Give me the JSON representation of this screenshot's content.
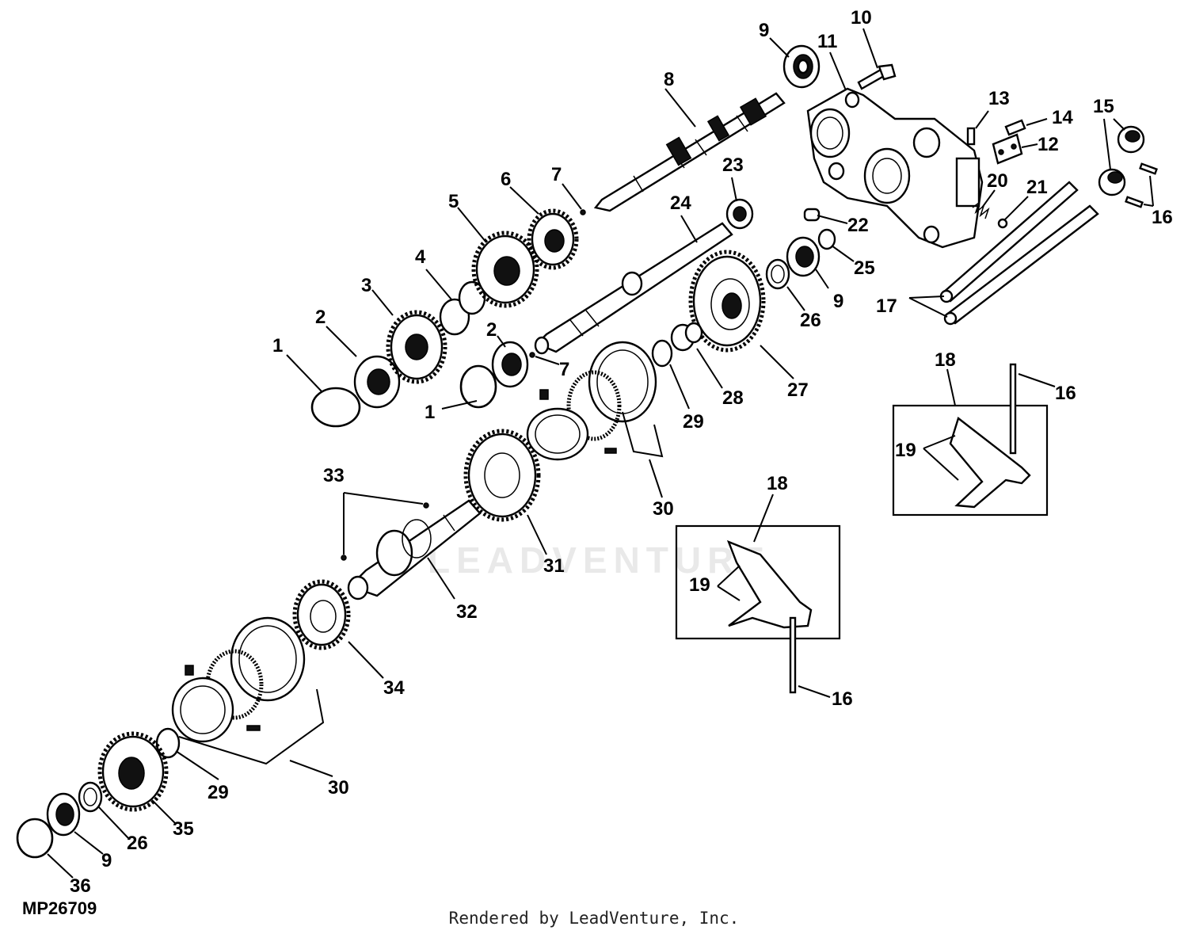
{
  "diagram_code": "MP26709",
  "footer_credit": "Rendered by LeadVenture, Inc.",
  "watermark_text": "LEADVENTURE",
  "callouts": [
    "1",
    "2",
    "3",
    "4",
    "5",
    "6",
    "7",
    "8",
    "9",
    "10",
    "11",
    "12",
    "13",
    "14",
    "15",
    "16",
    "17",
    "18",
    "19",
    "20",
    "21",
    "22",
    "23",
    "24",
    "25",
    "26",
    "27",
    "28",
    "29",
    "30",
    "31",
    "32",
    "33",
    "34",
    "35",
    "36"
  ],
  "colors": {
    "line": "#000000",
    "background": "#ffffff",
    "watermark": "#e9e9e9"
  }
}
